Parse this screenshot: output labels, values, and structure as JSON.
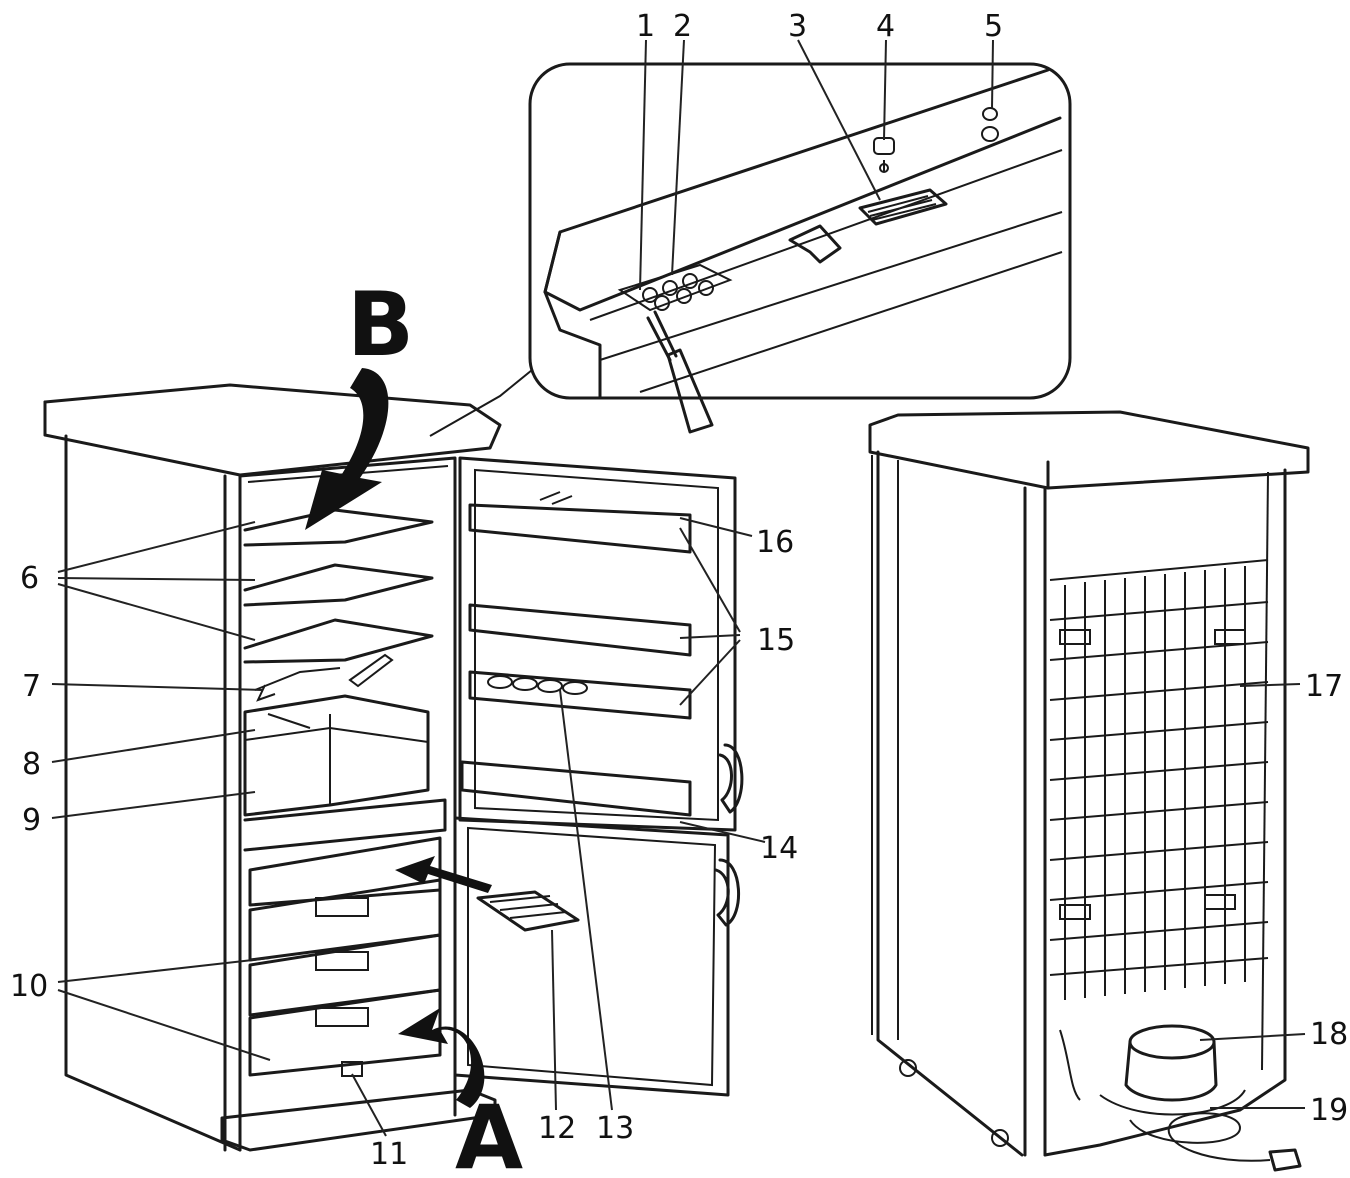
{
  "letters": {
    "b": "B",
    "a": "A"
  },
  "callouts": {
    "c1": "1",
    "c2": "2",
    "c3": "3",
    "c4": "4",
    "c5": "5",
    "c6": "6",
    "c7": "7",
    "c8": "8",
    "c9": "9",
    "c10": "10",
    "c11": "11",
    "c12": "12",
    "c13": "13",
    "c14": "14",
    "c15": "15",
    "c16": "16",
    "c17": "17",
    "c18": "18",
    "c19": "19"
  }
}
